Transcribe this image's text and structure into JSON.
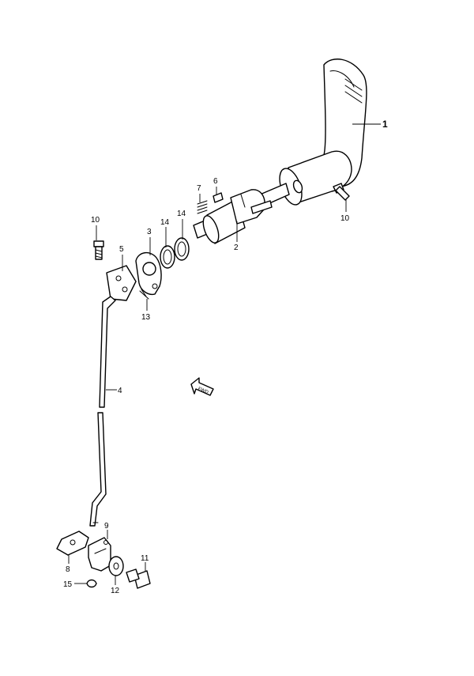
{
  "diagram": {
    "callouts": [
      {
        "id": "1",
        "text": "1"
      },
      {
        "id": "2",
        "text": "2"
      },
      {
        "id": "3",
        "text": "3"
      },
      {
        "id": "4",
        "text": "4"
      },
      {
        "id": "5",
        "text": "5"
      },
      {
        "id": "6",
        "text": "6"
      },
      {
        "id": "7",
        "text": "7"
      },
      {
        "id": "8",
        "text": "8"
      },
      {
        "id": "9",
        "text": "9"
      },
      {
        "id": "10a",
        "text": "10"
      },
      {
        "id": "10b",
        "text": "10"
      },
      {
        "id": "11",
        "text": "11"
      },
      {
        "id": "12",
        "text": "12"
      },
      {
        "id": "13",
        "text": "13"
      },
      {
        "id": "14a",
        "text": "14"
      },
      {
        "id": "14b",
        "text": "14"
      },
      {
        "id": "15",
        "text": "15"
      }
    ],
    "fwd_arrow": {
      "text": "FWD"
    }
  }
}
